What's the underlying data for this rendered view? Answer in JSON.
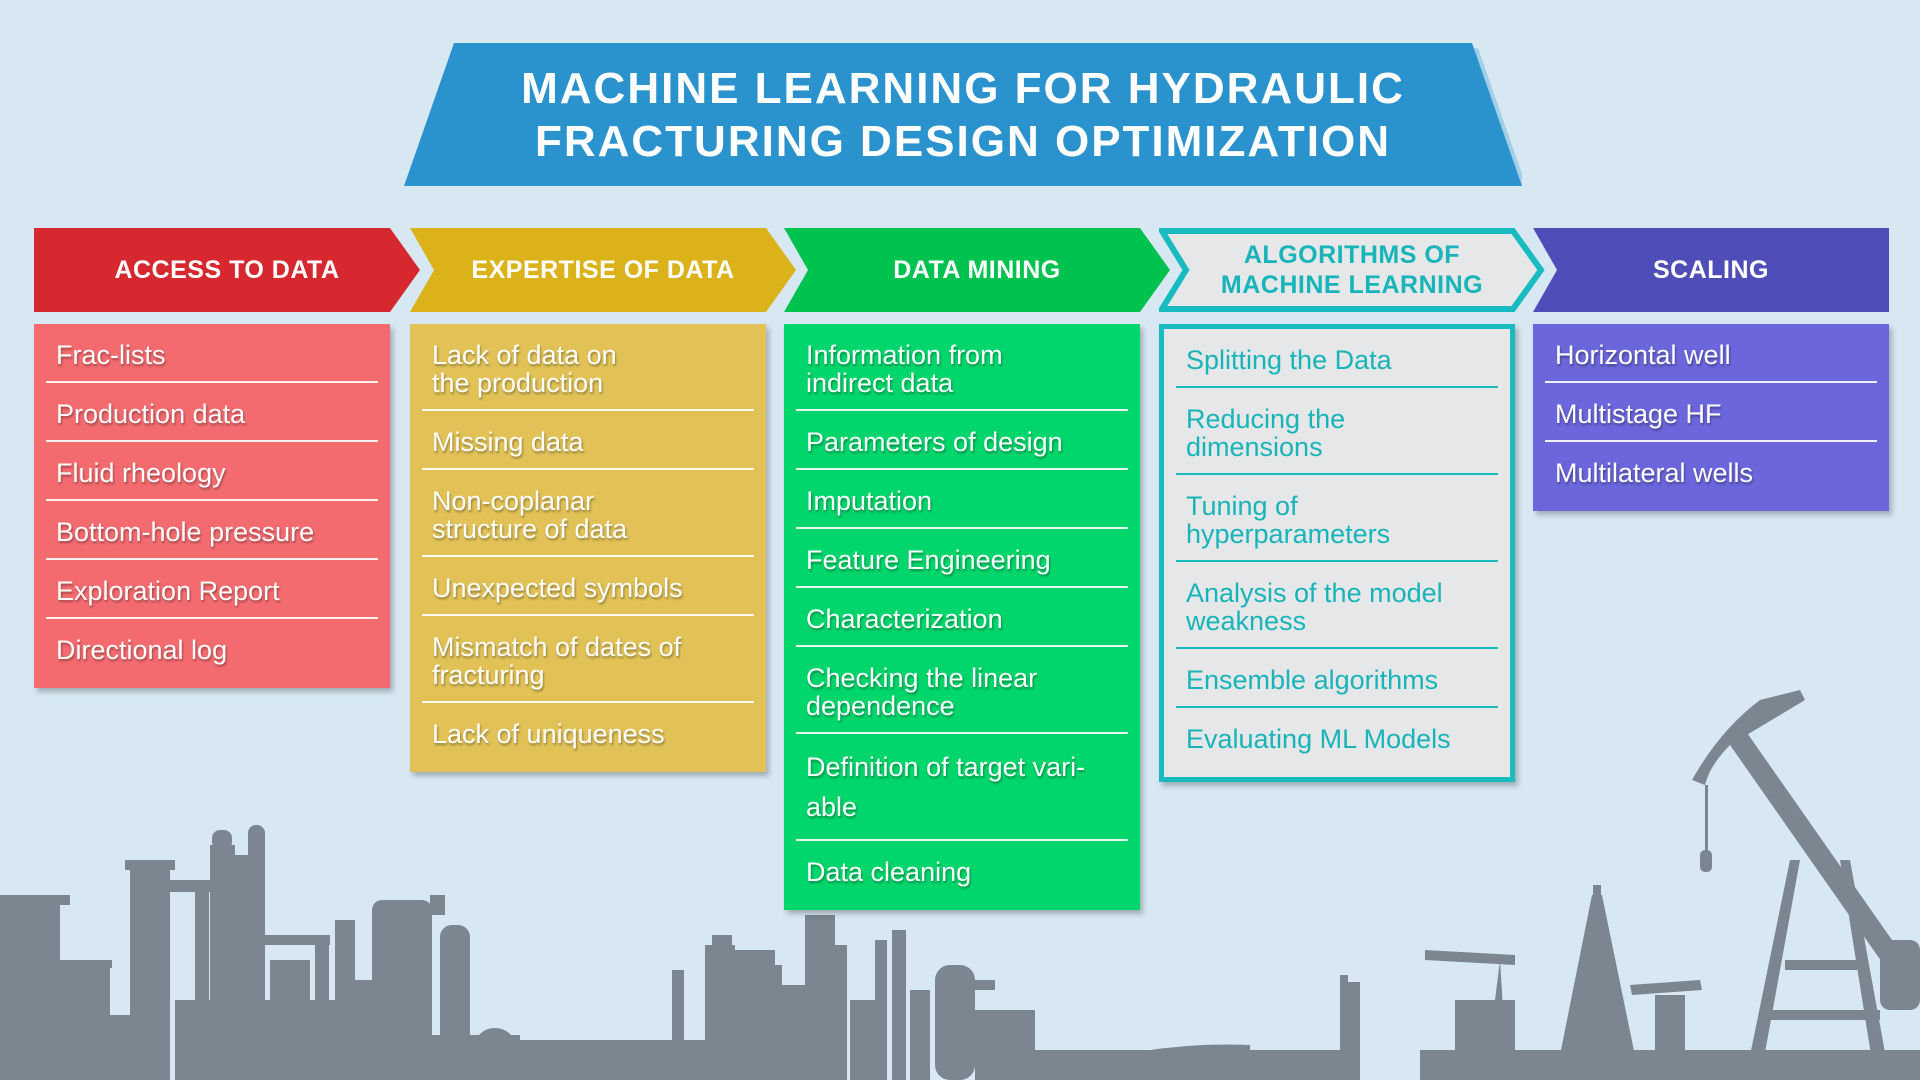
{
  "title": {
    "line1": "MACHINE LEARNING FOR HYDRAULIC",
    "line2": "FRACTURING DESIGN OPTIMIZATION"
  },
  "colors": {
    "background": "#d7e8f3",
    "title_banner": "#2a93cd",
    "access": "#d6282e",
    "expertise": "#dcb21b",
    "mining": "#00c24f",
    "algorithms_border": "#18bcc0",
    "scaling": "#4f4db8",
    "skyline": "#7b8690"
  },
  "columns": [
    {
      "header": "ACCESS TO DATA",
      "items": [
        "Frac-lists",
        "Production data",
        "Fluid rheology",
        "Bottom-hole pressure",
        "Exploration Report",
        "Directional log"
      ]
    },
    {
      "header": "EXPERTISE OF DATA",
      "items": [
        "Lack of data on\nthe production",
        "Missing data",
        "Non-coplanar\nstructure of data",
        "Unexpected symbols",
        "Mismatch of dates of\nfracturing",
        "Lack of uniqueness"
      ]
    },
    {
      "header": "DATA MINING",
      "items": [
        "Information from\nindirect data",
        "Parameters of design",
        "Imputation",
        "Feature Engineering",
        "Characterization",
        "Checking the linear\ndependence",
        "Definition of target vari-\nable",
        "Data cleaning"
      ]
    },
    {
      "header": "ALGORITHMS OF\nMACHINE LEARNING",
      "items": [
        "Splitting the Data",
        "Reducing the dimensions",
        "Tuning of hyperparameters",
        "Analysis of the model\nweakness",
        "Ensemble algorithms",
        "Evaluating ML Models"
      ]
    },
    {
      "header": "SCALING",
      "items": [
        "Horizontal well",
        "Multistage HF",
        "Multilateral wells"
      ]
    }
  ]
}
